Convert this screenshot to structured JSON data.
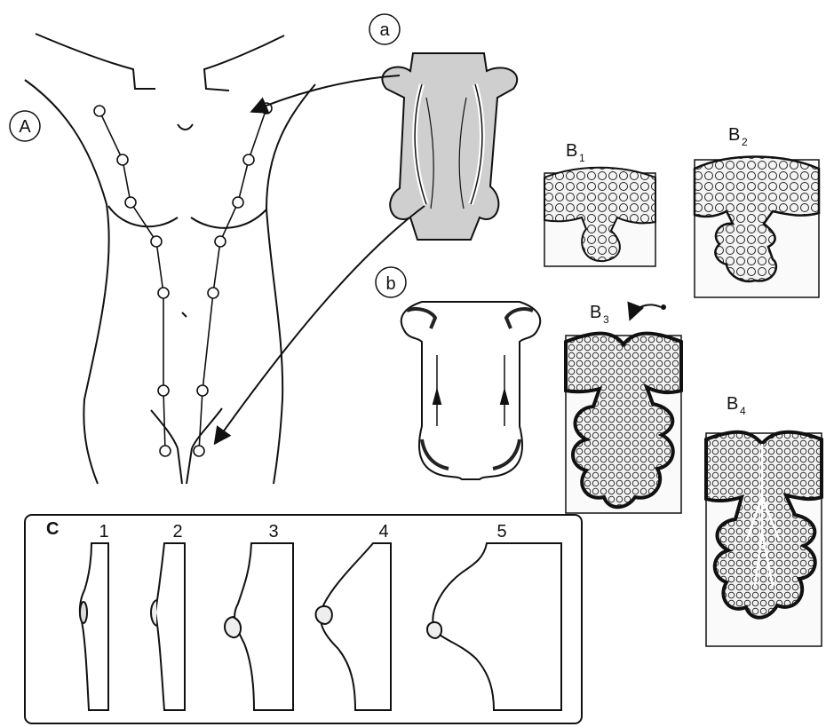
{
  "labels": {
    "A": "A",
    "a": "a",
    "b": "b",
    "B1_main": "B",
    "B1_sub": "1",
    "B2_main": "B",
    "B2_sub": "2",
    "B3_main": "B",
    "B3_sub": "3",
    "B4_main": "B",
    "B4_sub": "4",
    "C": "C",
    "stages": [
      "1",
      "2",
      "3",
      "4",
      "5"
    ]
  },
  "colors": {
    "ink": "#111111",
    "tissue_fill": "#ececec",
    "dark_fill": "#2a2a2a",
    "background": "#ffffff"
  }
}
